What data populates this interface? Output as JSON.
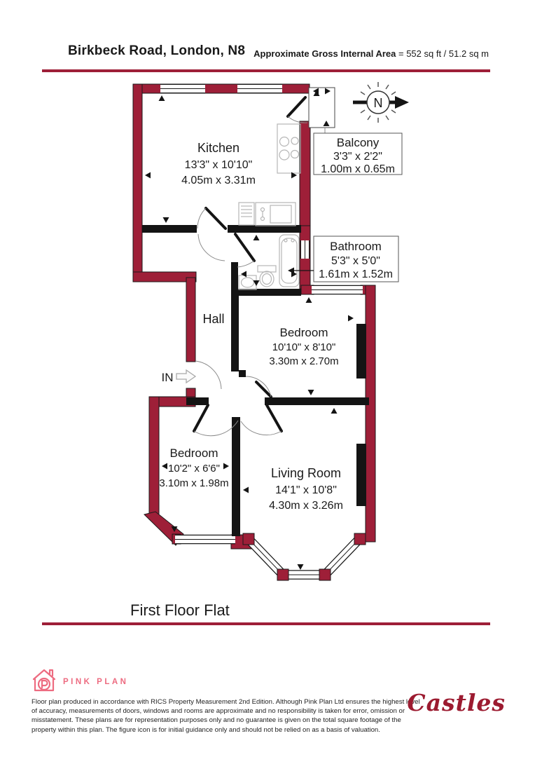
{
  "header": {
    "address": "Birkbeck Road, London, N8",
    "area_label": "Approximate Gross Internal Area",
    "area_value": "= 552 sq ft / 51.2 sq m"
  },
  "rooms": {
    "kitchen": {
      "name": "Kitchen",
      "imperial": "13'3\" x 10'10\"",
      "metric": "4.05m x 3.31m"
    },
    "balcony": {
      "name": "Balcony",
      "imperial": "3'3\" x 2'2\"",
      "metric": "1.00m x 0.65m"
    },
    "bathroom": {
      "name": "Bathroom",
      "imperial": "5'3\" x 5'0\"",
      "metric": "1.61m x 1.52m"
    },
    "hall": {
      "name": "Hall"
    },
    "bedroom1": {
      "name": "Bedroom",
      "imperial": "10'10\" x 8'10\"",
      "metric": "3.30m x 2.70m"
    },
    "bedroom2": {
      "name": "Bedroom",
      "imperial": "10'2\" x 6'6\"",
      "metric": "3.10m x 1.98m"
    },
    "living_room": {
      "name": "Living Room",
      "imperial": "14'1\" x 10'8\"",
      "metric": "4.30m x 3.26m"
    }
  },
  "labels": {
    "entrance": "IN",
    "north": "N",
    "floor_title": "First Floor Flat"
  },
  "footer": {
    "producer_logo": "PINK PLAN",
    "disclaimer": "Floor plan produced in accordance with RICS Property Measurement 2nd Edition. Although Pink Plan Ltd ensures the highest level of accuracy, measurements of doors, windows and rooms are approximate and no responsibility is taken for error, omission or misstatement. These plans are for representation purposes only and no guarantee is given on the total square footage of the property within this plan. The figure icon is for initial guidance only and should not be relied on as a basis of valuation.",
    "agent_logo": "Castles"
  },
  "colors": {
    "wall_red": "#9e1f38",
    "wall_black": "#141414",
    "pink": "#ed6b80",
    "castles_red": "#9c1b30"
  }
}
